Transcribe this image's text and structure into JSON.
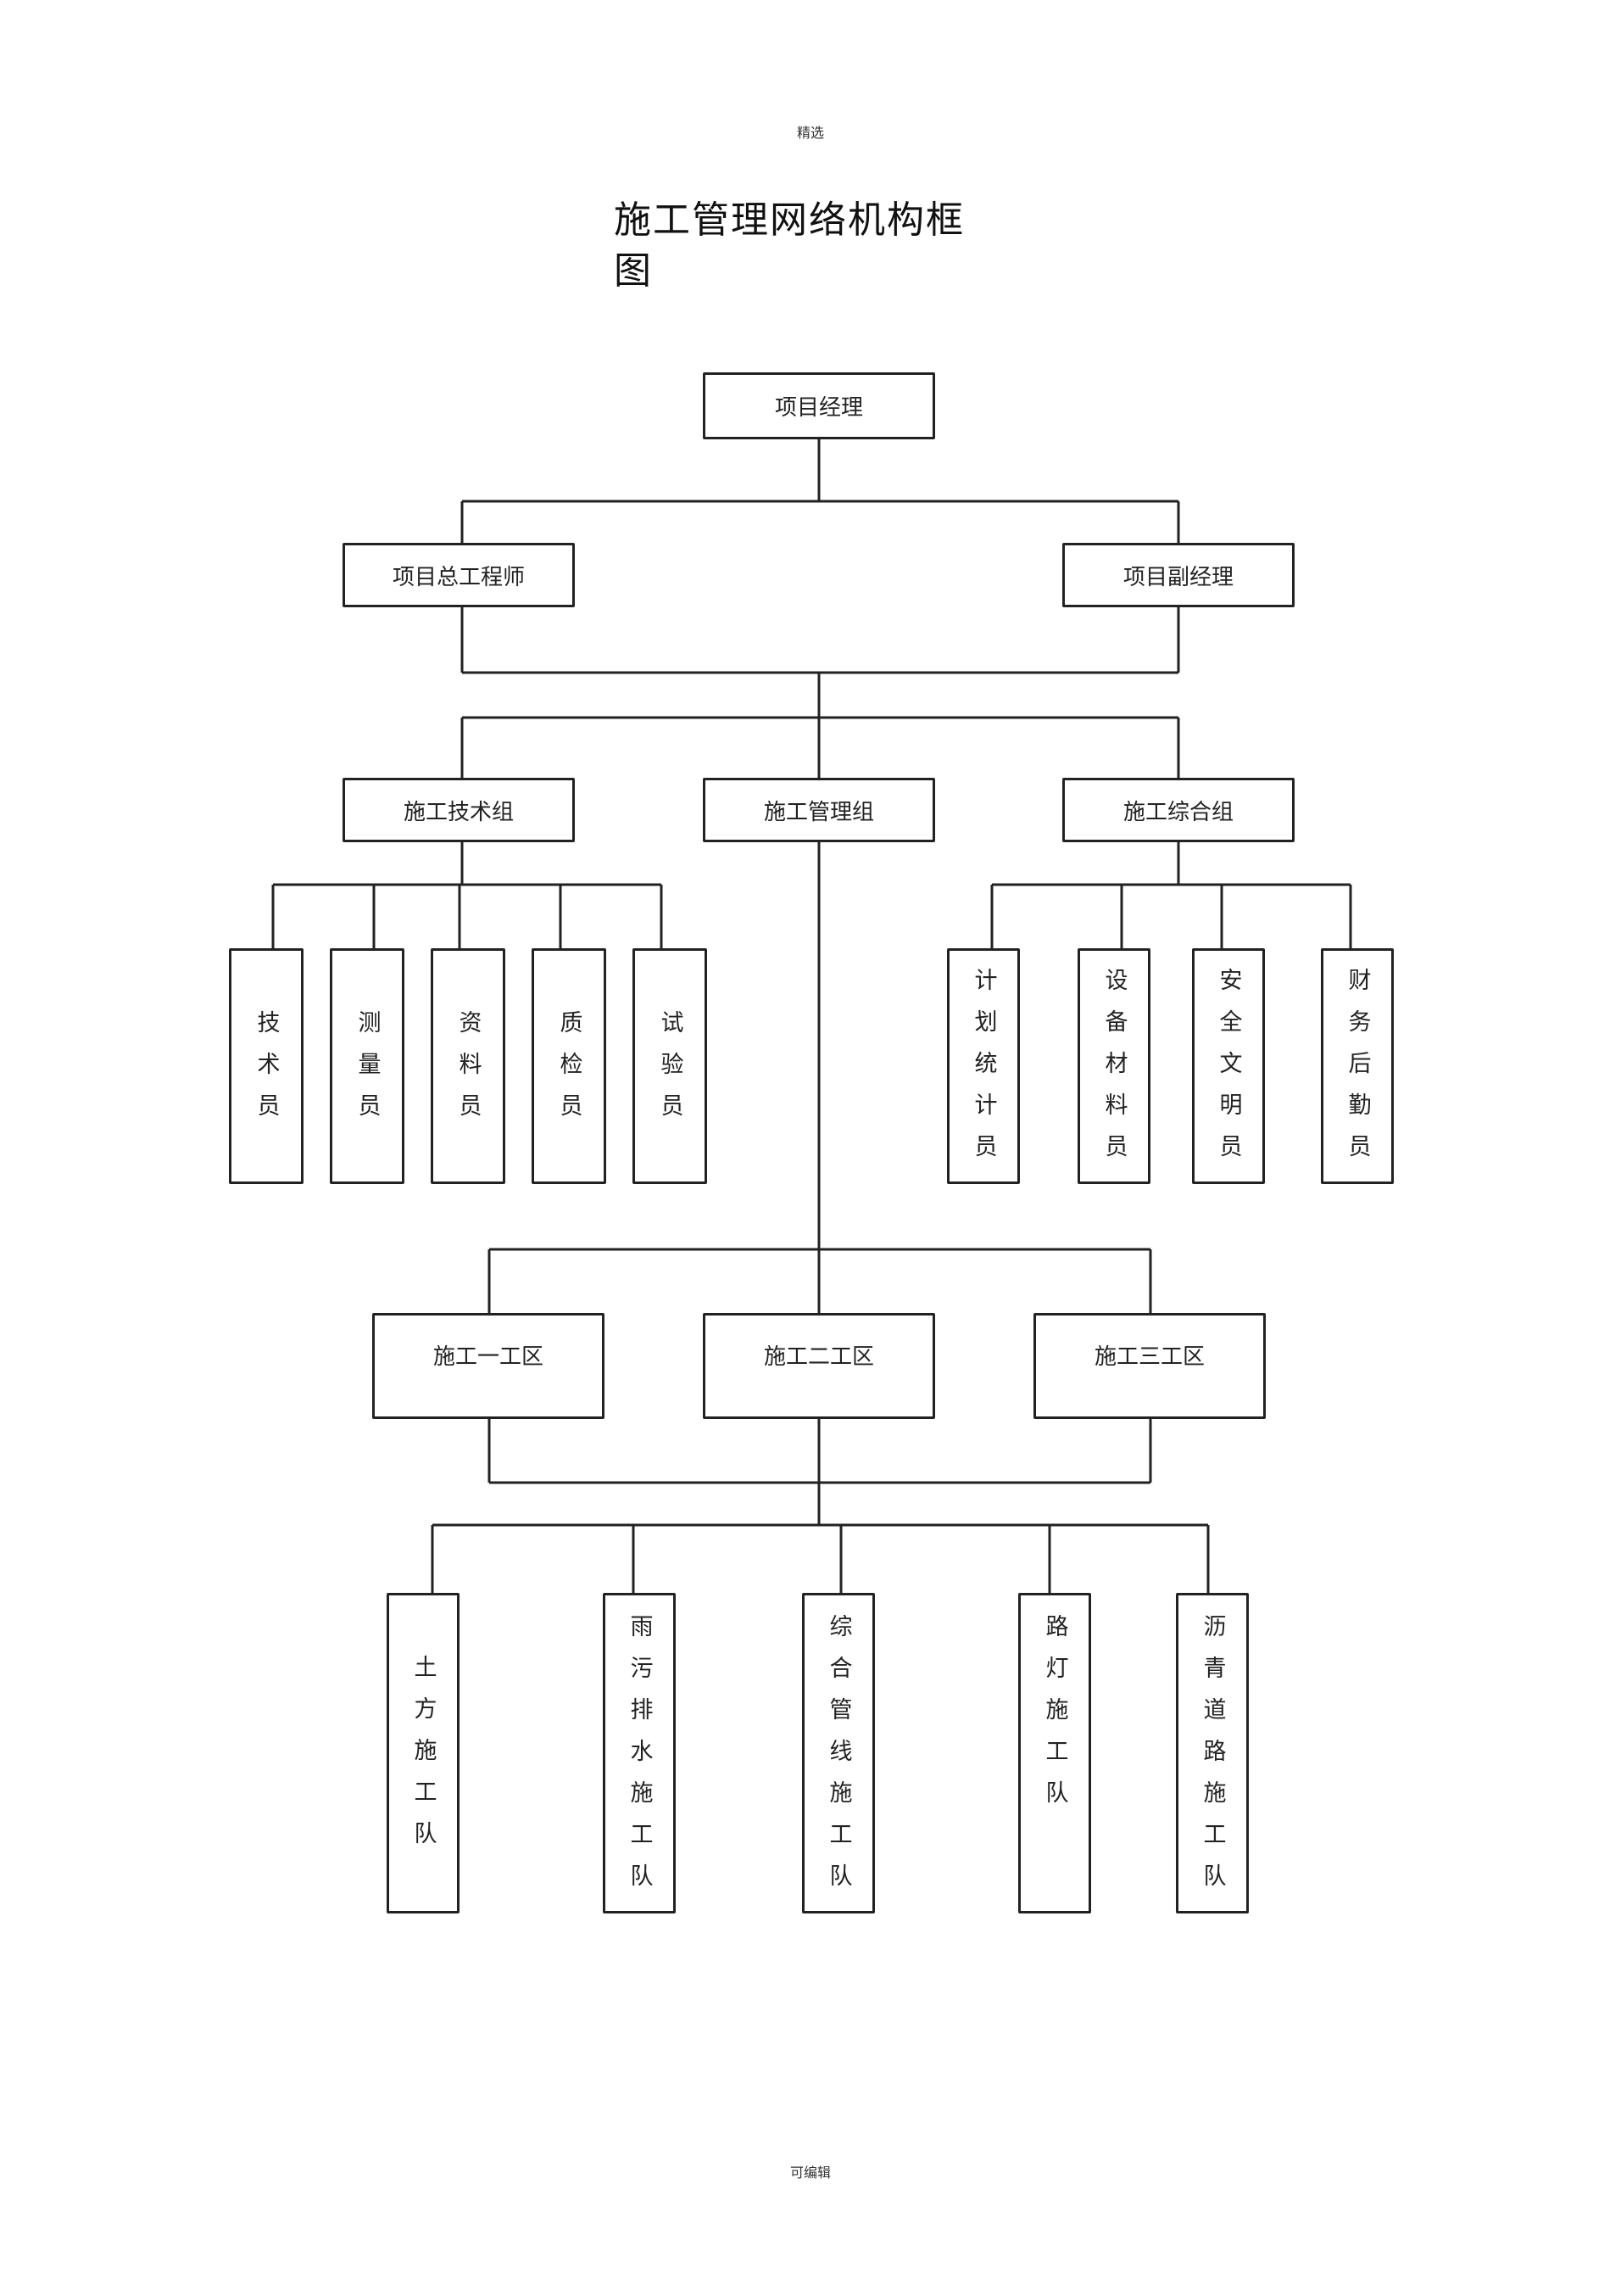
{
  "header": {
    "text": "精选"
  },
  "footer": {
    "text": "可编辑"
  },
  "title": "施工管理网络机构框图",
  "nodes": {
    "manager": "项目经理",
    "chief_engineer": "项目总工程师",
    "deputy_manager": "项目副经理",
    "tech_group": "施工技术组",
    "mgmt_group": "施工管理组",
    "general_group": "施工综合组",
    "tech_staff": [
      "技术员",
      "测量员",
      "资料员",
      "质检员",
      "试验员"
    ],
    "general_staff": [
      "计划统计员",
      "设备材料员",
      "安全文明员",
      "财务后勤员"
    ],
    "zones": [
      "施工一工区",
      "施工二工区",
      "施工三工区"
    ],
    "teams": [
      "土方施工队",
      "雨污排水施工队",
      "综合管线施工队",
      "路灯施工队",
      "沥青道路施工队"
    ]
  }
}
